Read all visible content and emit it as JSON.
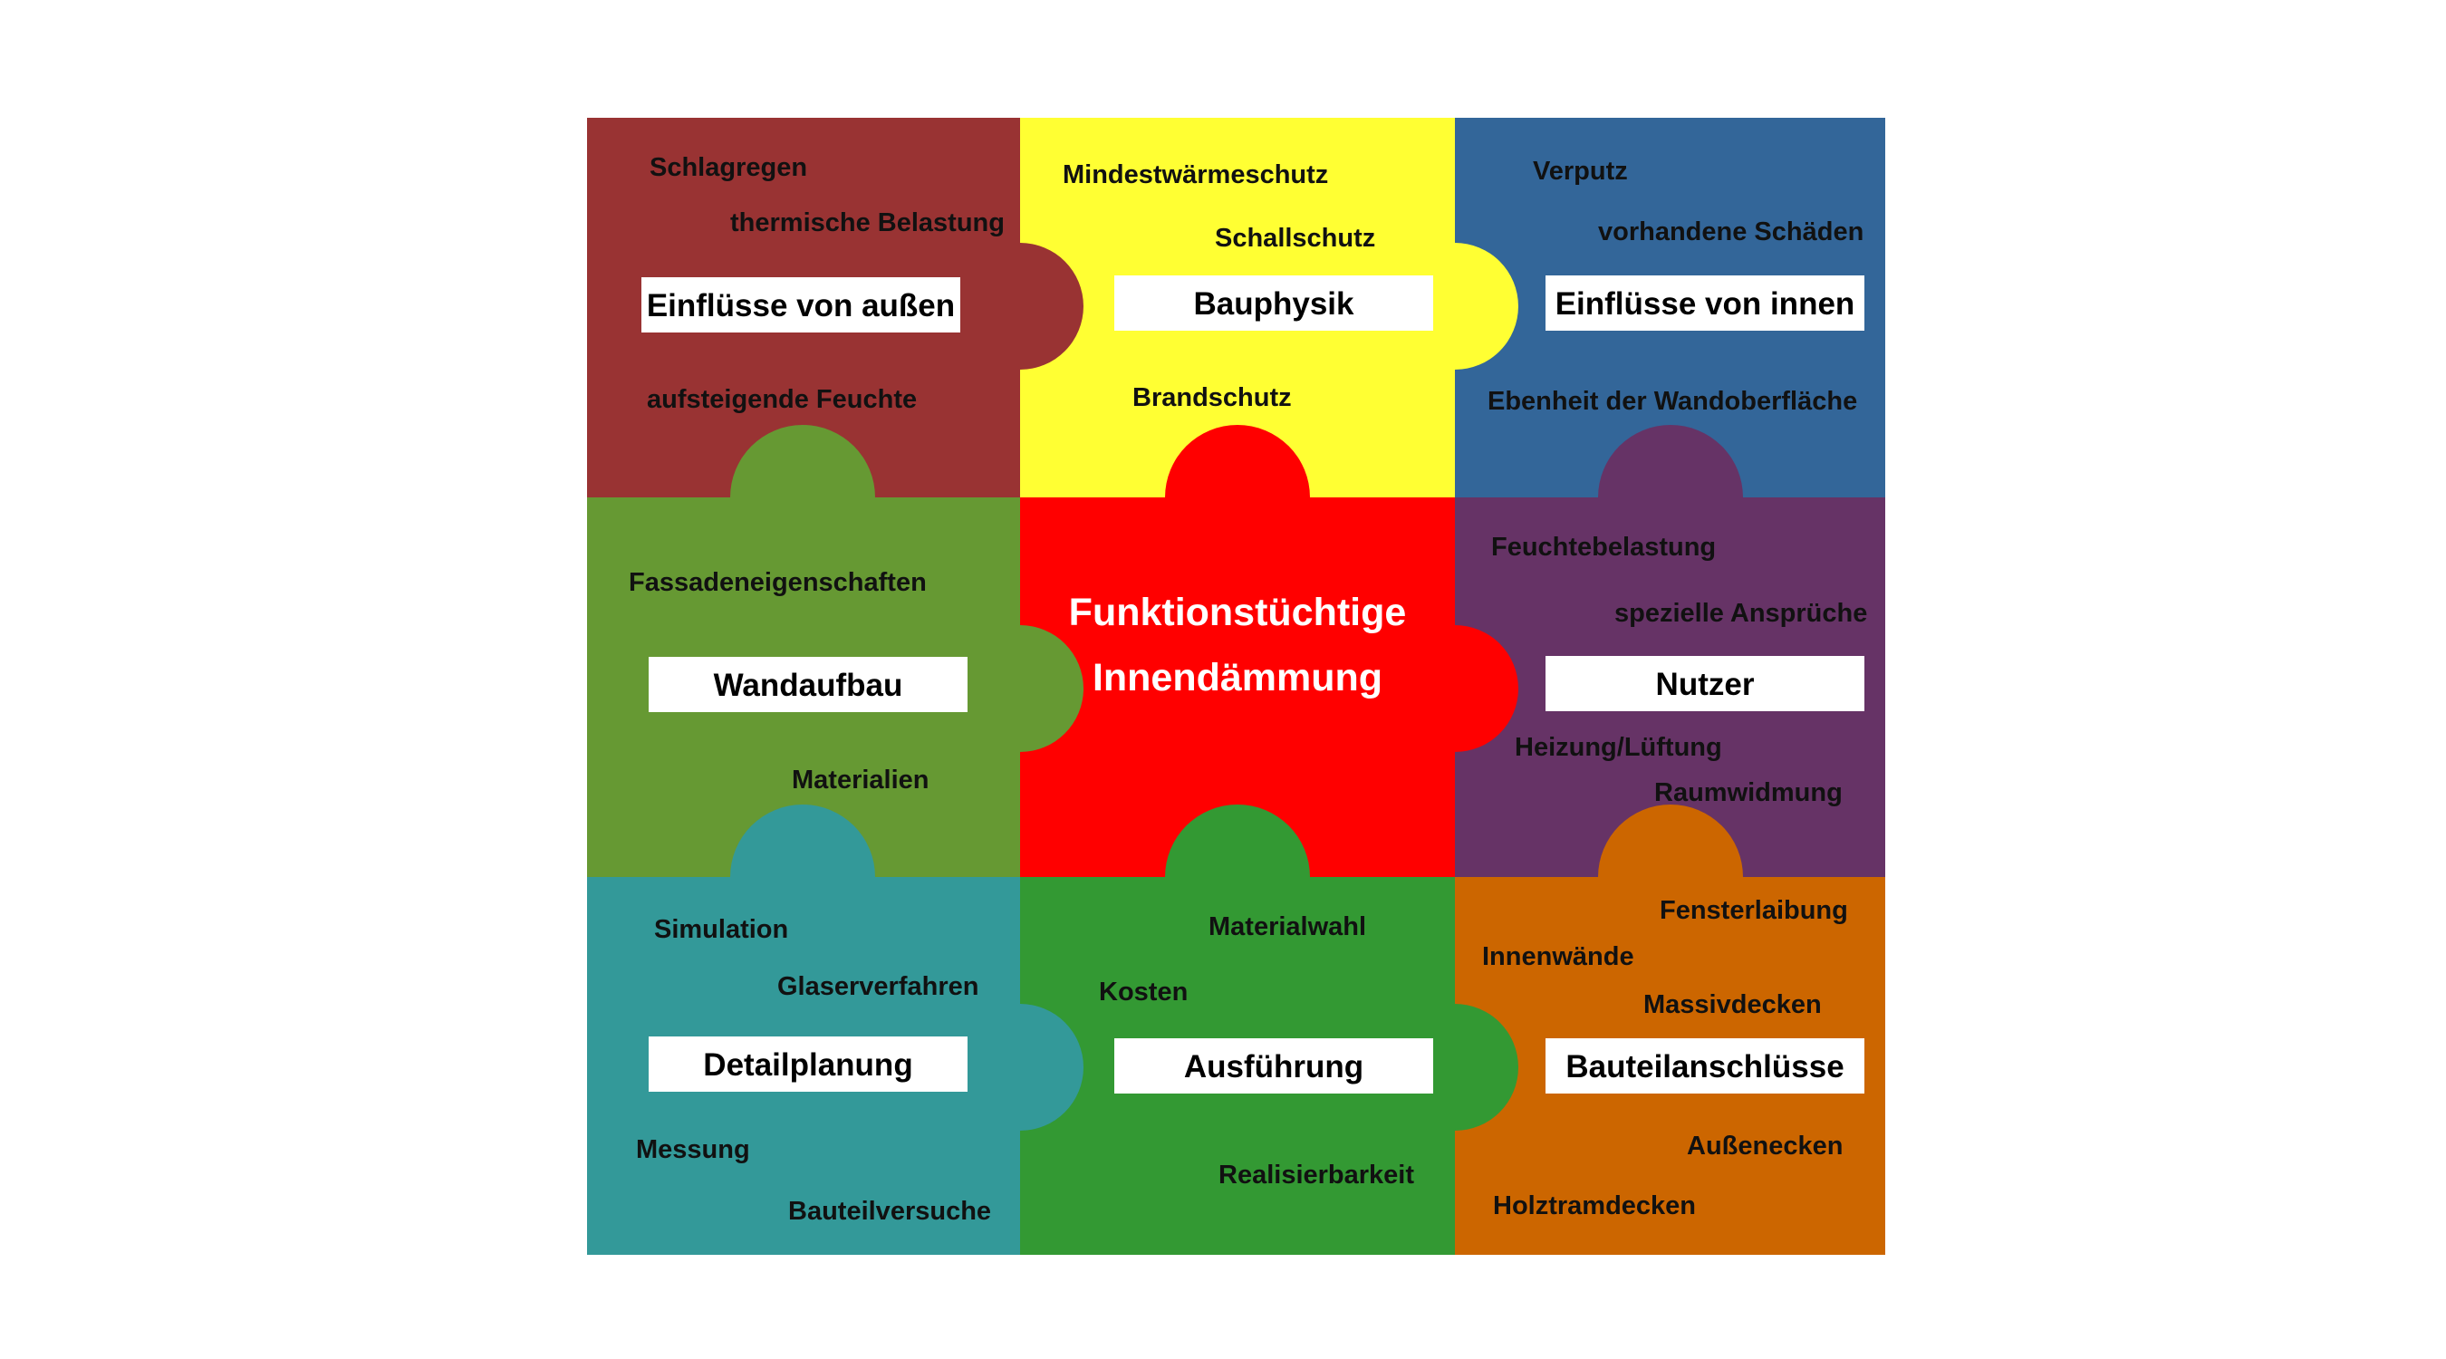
{
  "diagram": {
    "center": {
      "title_lines": [
        "Funktionstüchtige",
        "Innendämmung"
      ],
      "color": "#ff0000"
    },
    "tiles": [
      {
        "label": "Einflüsse von außen",
        "color": "#993333",
        "items": [
          "Schlagregen",
          "thermische Belastung",
          "aufsteigende Feuchte"
        ]
      },
      {
        "label": "Bauphysik",
        "color": "#ffff33",
        "items": [
          "Mindestwärmeschutz",
          "Schallschutz",
          "Brandschutz"
        ]
      },
      {
        "label": "Einflüsse von innen",
        "color": "#336699",
        "items": [
          "Verputz",
          "vorhandene Schäden",
          "Ebenheit der Wandoberfläche"
        ]
      },
      {
        "label": "Wandaufbau",
        "color": "#669933",
        "items": [
          "Fassadeneigenschaften",
          "Materialien"
        ]
      },
      {
        "label": "",
        "color": "#ff0000",
        "items": []
      },
      {
        "label": "Nutzer",
        "color": "#663366",
        "items": [
          "Feuchtebelastung",
          "spezielle Ansprüche",
          "Heizung/Lüftung",
          "Raumwidmung"
        ]
      },
      {
        "label": "Detailplanung",
        "color": "#339999",
        "items": [
          "Simulation",
          "Glaserverfahren",
          "Messung",
          "Bauteilversuche"
        ]
      },
      {
        "label": "Ausführung",
        "color": "#339933",
        "items": [
          "Materialwahl",
          "Kosten",
          "Realisierbarkeit"
        ]
      },
      {
        "label": "Bauteilanschlüsse",
        "color": "#cc6600",
        "items": [
          "Fensterlaibung",
          "Innenwände",
          "Massivdecken",
          "Außenecken",
          "Holztramdecken"
        ]
      }
    ]
  }
}
